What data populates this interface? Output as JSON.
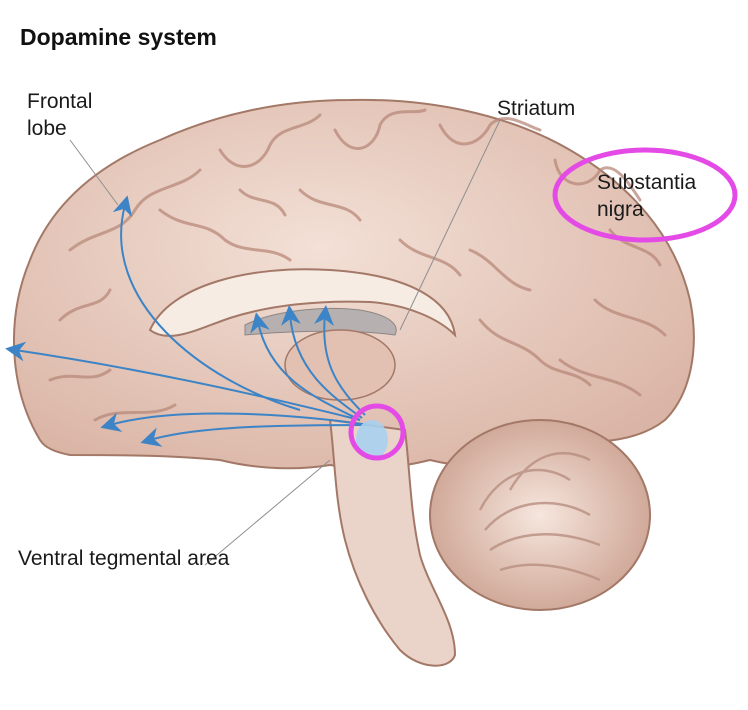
{
  "title": "Dopamine system",
  "labels": {
    "frontal_lobe": [
      "Frontal",
      "lobe"
    ],
    "striatum": "Striatum",
    "substantia_nigra": [
      "Substantia",
      "nigra"
    ],
    "ventral_tegmental_area": "Ventral tegmental area"
  },
  "colors": {
    "brain_tissue": "#e9cfc3",
    "gyrus_shadow": "#c49a8b",
    "pathway_arrows": "#3d84c6",
    "highlight_circles": "#e44be6",
    "nucleus": "#a8d0ef"
  }
}
